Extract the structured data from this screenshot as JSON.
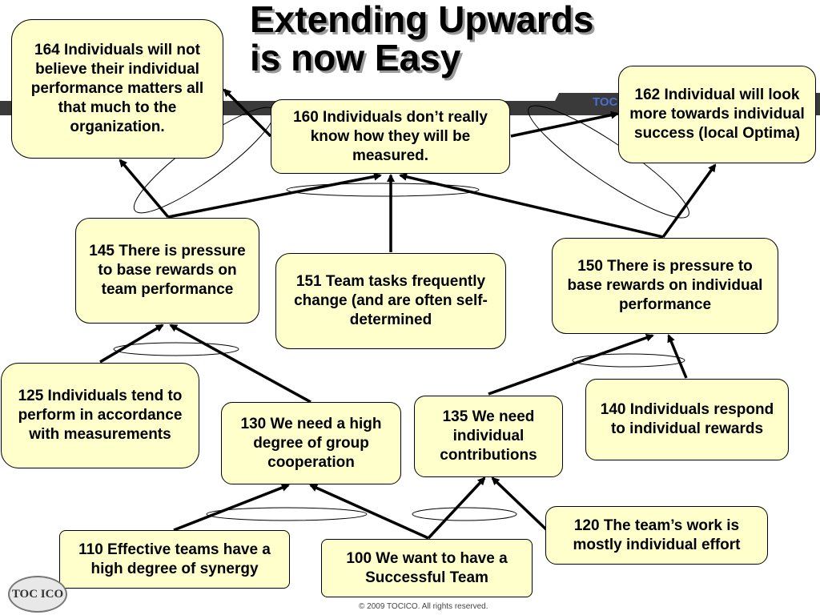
{
  "title_line1": "Extending Upwards",
  "title_line2": "is now Easy",
  "brand": "TOCI",
  "logo_text": "TOC ICO",
  "copyright": "© 2009 TOCICO. All rights reserved.",
  "nodes": {
    "n164": "164 Individuals will not believe their individual performance matters all that much to the organization.",
    "n160": "160 Individuals don’t really know how they will be measured.",
    "n162": "162 Individual will look more towards individual success (local Optima)",
    "n145": "145 There is pressure to base rewards on team performance",
    "n151": "151 Team tasks frequently change (and are often self-determined",
    "n150": "150 There is pressure to base rewards on individual performance",
    "n125": "125 Individuals tend to perform in accordance with measurements",
    "n130": "130 We need a high degree of group cooperation",
    "n135": "135 We need individual contributions",
    "n140": "140 Individuals respond to individual rewards",
    "n120": "120 The team’s work is mostly individual effort",
    "n110": "110 Effective teams have a high degree of synergy",
    "n100": "100 We want to have a Successful Team"
  },
  "colors": {
    "box_fill": "#ffffcc",
    "arrow": "#000000",
    "band": "#3a3a3a",
    "brand": "#4a6fd0"
  }
}
